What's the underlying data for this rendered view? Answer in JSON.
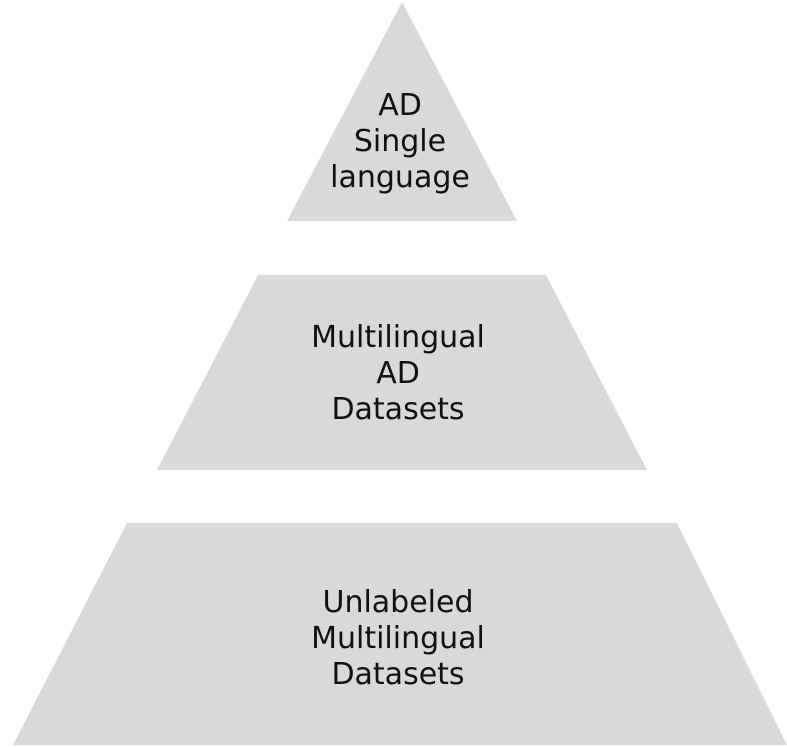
{
  "colors": {
    "tier_fill": "#d9d9d9",
    "text": "#111111",
    "background": "#ffffff"
  },
  "tiers": [
    {
      "name": "top",
      "lines": [
        "AD",
        "Single",
        "language"
      ]
    },
    {
      "name": "middle",
      "lines": [
        "Multilingual",
        "AD",
        "Datasets"
      ]
    },
    {
      "name": "bottom",
      "lines": [
        "Unlabeled",
        "Multilingual",
        "Datasets"
      ]
    }
  ]
}
